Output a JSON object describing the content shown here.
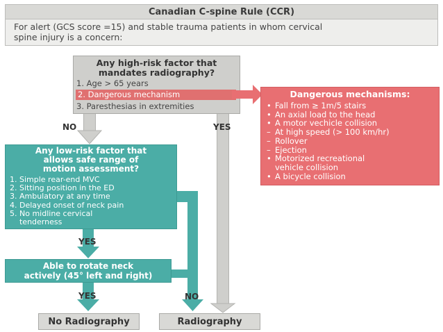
{
  "header": {
    "title": "Canadian C-spine Rule (CCR)",
    "intro_line1": "For alert (GCS score =15) and stable trauma patients in whom cervical",
    "intro_line2": "spine injury is a concern:"
  },
  "high_risk": {
    "question_line1": "Any high-risk factor that",
    "question_line2": "mandates radiography?",
    "items": [
      "1. Age > 65 years",
      "2. Dangerous mechanism",
      "3. Paresthesias in extremities"
    ]
  },
  "dangerous_mechanisms": {
    "title": "Dangerous mechanisms:",
    "rows": [
      {
        "bullet": "•",
        "text": "Fall from ≥ 1m/5 stairs"
      },
      {
        "bullet": "•",
        "text": "An axial load to the head"
      },
      {
        "bullet": "•",
        "text": "A motor vechicle collision"
      },
      {
        "bullet": "–",
        "text": "At high speed (> 100 km/hr)"
      },
      {
        "bullet": "–",
        "text": "Rollover"
      },
      {
        "bullet": "–",
        "text": "Ejection"
      },
      {
        "bullet": "•",
        "text": "Motorized recreational"
      },
      {
        "bullet": "",
        "text": "vehicle collision"
      },
      {
        "bullet": "•",
        "text": "A bicycle collision"
      }
    ]
  },
  "low_risk": {
    "question_line1": "Any low-risk factor that",
    "question_line2": "allows safe range of",
    "question_line3": "motion assessment?",
    "items": [
      "1. Simple rear-end MVC",
      "2. Sitting position in the ED",
      "3. Ambulatory at any time",
      "4. Delayed onset of neck pain",
      "5. No midline cervical",
      "    tenderness"
    ]
  },
  "rotate": {
    "line1": "Able to rotate neck",
    "line2": "actively (45° left and right)"
  },
  "labels": {
    "no_high": "NO",
    "yes_high": "YES",
    "yes_low": "YES",
    "yes_rotate": "YES",
    "no_rotate": "NO"
  },
  "outcomes": {
    "no_radiography": "No Radiography",
    "radiography": "Radiography"
  },
  "colors": {
    "teal": "#4bada6",
    "red": "#e86f72",
    "grey": "#cfcfcc"
  }
}
